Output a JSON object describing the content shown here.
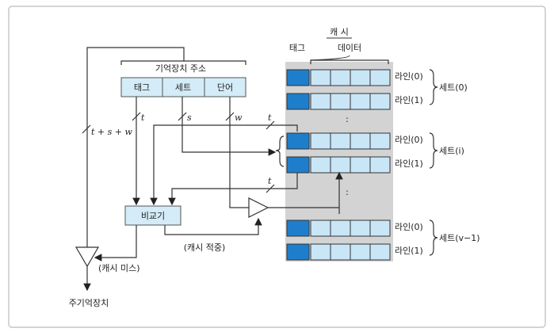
{
  "cache": {
    "title": "캐 시",
    "tag_header": "태그",
    "data_header": "데이터",
    "dots": ":"
  },
  "address": {
    "title": "기억장치 주소",
    "fields": [
      "태그",
      "세트",
      "단어"
    ]
  },
  "bit_labels": {
    "full": "t + s + w",
    "tag": "t",
    "set": "s",
    "word": "w",
    "t_line1": "t",
    "t_line2": "t"
  },
  "lines": {
    "line0": "라인(0)",
    "line1": "라인(1)"
  },
  "sets": {
    "set0": "세트(0)",
    "set_i": "세트(i)",
    "set_last": "세트(v−1)"
  },
  "comparator": "비교기",
  "cache_hit": "(캐시 적중)",
  "cache_miss": "(캐시 미스)",
  "main_memory": "주기억장치",
  "colors": {
    "tag_cell": "#1f7ecb",
    "data_cell": "#c9e6f7",
    "address_box": "#d4ebf8",
    "cache_bg": "#d3d3d3",
    "frame": "#bbbbbb"
  }
}
